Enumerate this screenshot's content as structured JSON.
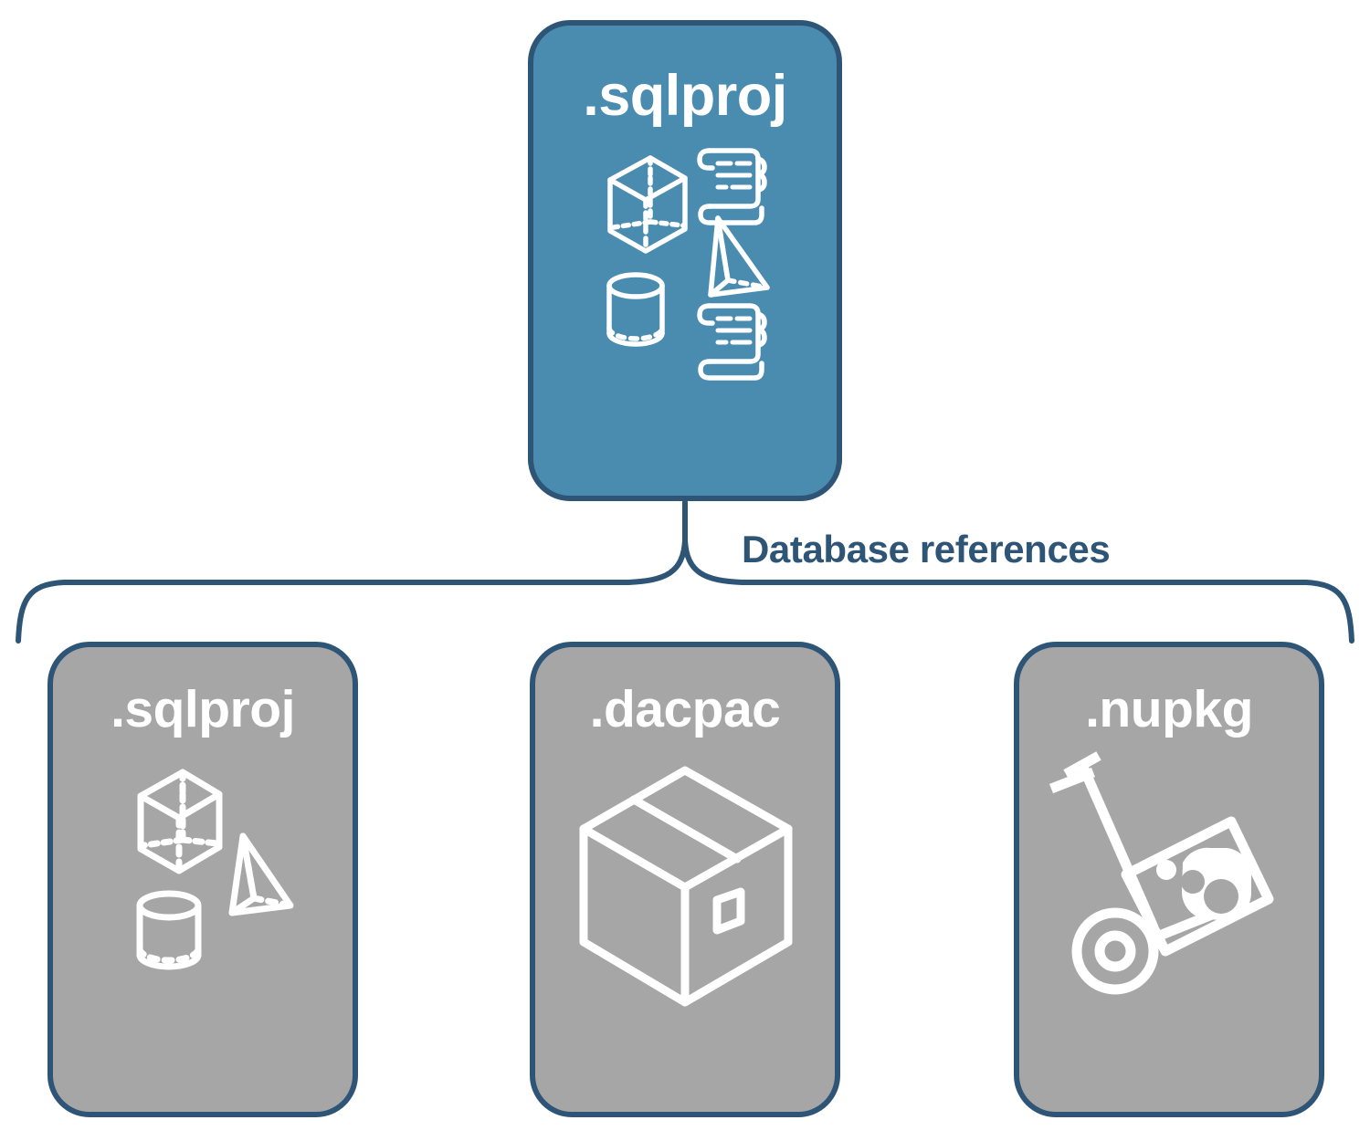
{
  "diagram": {
    "title": "SQL project database references",
    "type": "hierarchy",
    "connector_label": "Database references",
    "colors": {
      "parent_fill": "#4A8CAF",
      "child_fill": "#A6A6A6",
      "border": "#2E5575",
      "label_text": "#2E5575",
      "card_text": "#FFFFFF",
      "background": "#FFFFFF"
    }
  },
  "parent": {
    "label": ".sqlproj",
    "icons": [
      "wireframe-cube-icon",
      "script-scroll-icon",
      "wireframe-pyramid-icon",
      "wireframe-cylinder-icon",
      "script-scroll-icon"
    ]
  },
  "children": [
    {
      "label": ".sqlproj",
      "icons": [
        "wireframe-cube-icon",
        "wireframe-pyramid-icon",
        "wireframe-cylinder-icon"
      ]
    },
    {
      "label": ".dacpac",
      "icons": [
        "package-box-icon"
      ]
    },
    {
      "label": ".nupkg",
      "icons": [
        "hand-truck-nuget-icon"
      ]
    }
  ]
}
